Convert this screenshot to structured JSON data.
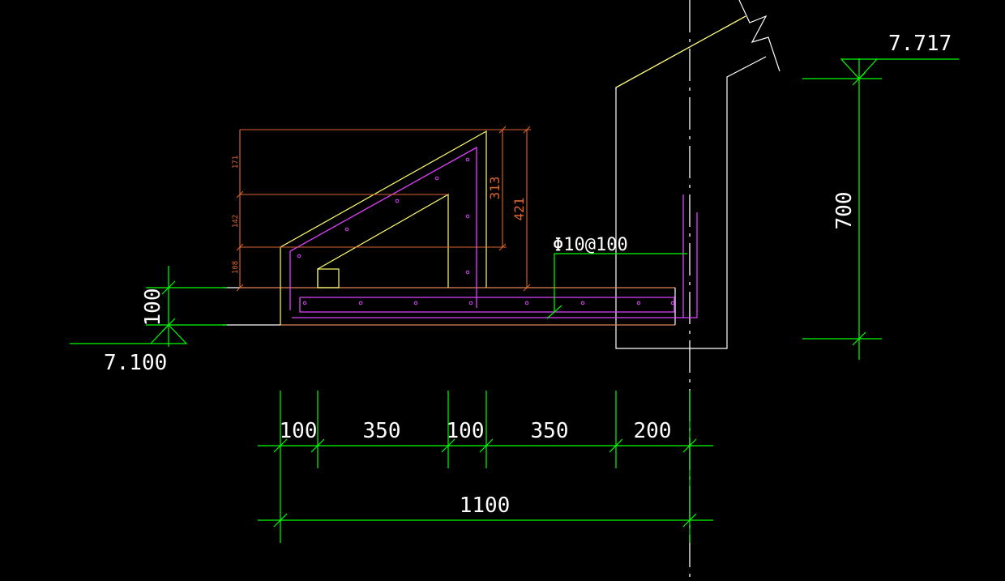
{
  "drawing": {
    "elevations": {
      "top": "7.717",
      "bottom": "7.100"
    },
    "left_dimension": "100",
    "right_dimension": "700",
    "rebar_label": "Φ10@100",
    "bottom_dimensions": {
      "segments": [
        "100",
        "350",
        "100",
        "350",
        "200"
      ],
      "total": "1100"
    },
    "vertical_dimensions": {
      "inner": "313",
      "outer": "421"
    },
    "small_dimensions": [
      "171",
      "142",
      "108"
    ]
  },
  "colors": {
    "background": "#000000",
    "dimension_lines": "#00ff00",
    "concrete_outline": "#ffffff",
    "slope_outline": "#ffff6a",
    "reinforcement": "#e040ff",
    "detail_dimensions": "#e0642d"
  }
}
